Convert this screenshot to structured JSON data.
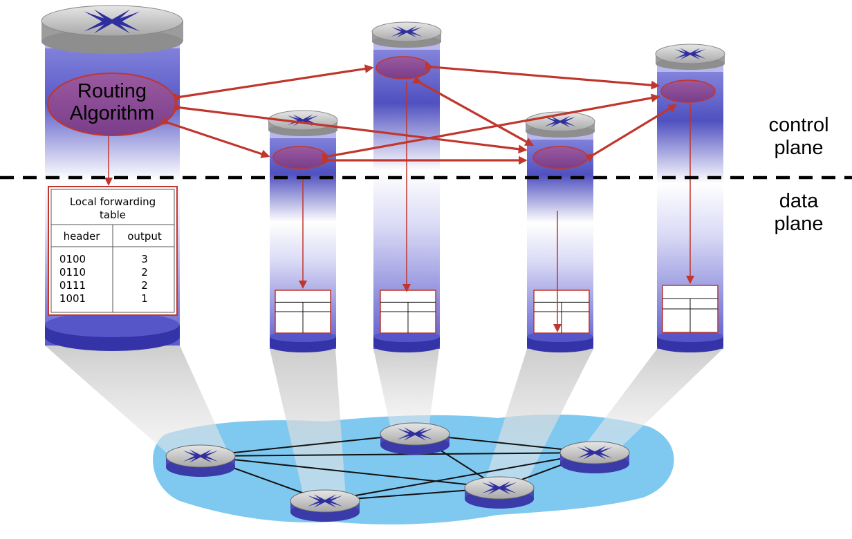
{
  "labels": {
    "routing_line1": "Routing",
    "routing_line2": "Algorithm",
    "control_line1": "control",
    "control_line2": "plane",
    "data_line1": "data",
    "data_line2": "plane"
  },
  "forwarding_table": {
    "title_line1": "Local forwarding",
    "title_line2": "table",
    "columns": [
      "header",
      "output"
    ],
    "rows": [
      {
        "header": "0100",
        "output": "3"
      },
      {
        "header": "0110",
        "output": "2"
      },
      {
        "header": "0111",
        "output": "2"
      },
      {
        "header": "1001",
        "output": "1"
      }
    ]
  },
  "colors": {
    "arrow": "#c0362c",
    "cylinder_blue": "#5f5fc8",
    "cloud": "#7fc8f0",
    "router_icon": "#2e2e9e",
    "divider": "#000000"
  }
}
